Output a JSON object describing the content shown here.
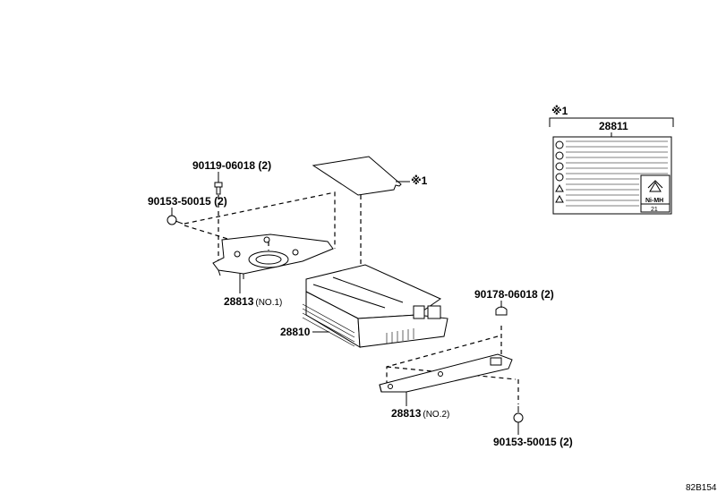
{
  "diagram": {
    "figure_code": "82B154",
    "parts": {
      "ecu": "28810",
      "label_part": "28811",
      "bracket_no1": "28813",
      "bracket_no1_suffix": "(NO.1)",
      "bracket_no2": "28813",
      "bracket_no2_suffix": "(NO.2)",
      "bolt_top": "90119-06018 (2)",
      "screw_left": "90153-50015 (2)",
      "clip_right": "90178-06018 (2)",
      "screw_bottom": "90153-50015 (2)"
    },
    "note_mark": "※1",
    "label_card": {
      "recycle_text": "Ni-MH",
      "number": "21"
    }
  }
}
